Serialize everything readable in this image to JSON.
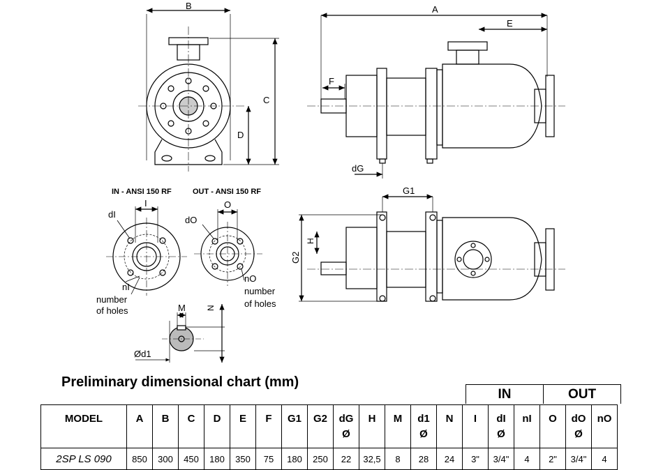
{
  "drawing": {
    "front_view": {
      "labels": {
        "b": "B",
        "c": "C",
        "d": "D"
      }
    },
    "side_view": {
      "labels": {
        "a": "A",
        "e": "E",
        "f": "F",
        "dg": "dG"
      }
    },
    "top_view": {
      "labels": {
        "g1": "G1",
        "g2": "G2",
        "h": "H"
      }
    },
    "in_flange": {
      "caption": "IN - ANSI 150 RF",
      "labels": {
        "di": "dI",
        "i": "I",
        "ni": "nI",
        "holes1": "number",
        "holes2": "of holes"
      }
    },
    "out_flange": {
      "caption": "OUT - ANSI 150 RF",
      "labels": {
        "do": "dO",
        "o": "O",
        "no": "nO",
        "holes1": "number",
        "holes2": "of holes"
      }
    },
    "shaft": {
      "labels": {
        "m": "M",
        "n": "N",
        "d1": "Ød1"
      }
    }
  },
  "chart": {
    "title": "Preliminary dimensional chart (mm)",
    "groups": {
      "in": "IN",
      "out": "OUT"
    },
    "header": [
      "MODEL",
      "A",
      "B",
      "C",
      "D",
      "E",
      "F",
      "G1",
      "G2",
      "dG\nØ",
      "H",
      "M",
      "d1\nØ",
      "N",
      "I",
      "dI\nØ",
      "nI",
      "O",
      "dO\nØ",
      "nO"
    ],
    "rows": [
      [
        "2SP LS 090",
        "850",
        "300",
        "450",
        "180",
        "350",
        "75",
        "180",
        "250",
        "22",
        "32,5",
        "8",
        "28",
        "24",
        "3\"",
        "3/4\"",
        "4",
        "2\"",
        "3/4\"",
        "4"
      ]
    ]
  }
}
